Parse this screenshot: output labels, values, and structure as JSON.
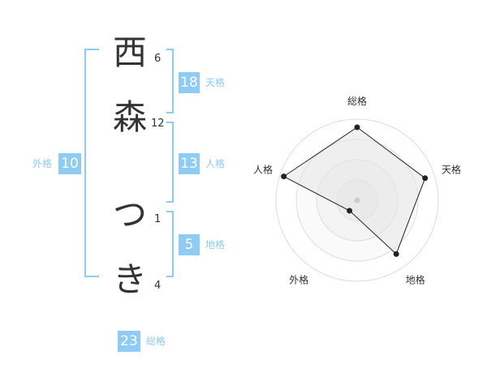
{
  "name": {
    "chars": [
      {
        "char": "西",
        "strokes": "6"
      },
      {
        "char": "森",
        "strokes": "12"
      },
      {
        "char": "つ",
        "strokes": "1"
      },
      {
        "char": "き",
        "strokes": "4"
      }
    ]
  },
  "kakusu": {
    "tenkaku": {
      "value": "18",
      "label": "天格"
    },
    "jinkaku": {
      "value": "13",
      "label": "人格"
    },
    "chikaku": {
      "value": "5",
      "label": "地格"
    },
    "gaikaku": {
      "value": "10",
      "label": "外格"
    },
    "soukaku": {
      "value": "23",
      "label": "総格"
    }
  },
  "colors": {
    "accent": "#8ecbf5",
    "text": "#333333",
    "radar_fill": "#f0f0f0",
    "ring": "#dddddd",
    "point": "#222222"
  },
  "chart_data": {
    "type": "radar",
    "axes": [
      "総格",
      "天格",
      "地格",
      "外格",
      "人格"
    ],
    "values": [
      0.9,
      0.88,
      0.82,
      0.16,
      0.95
    ],
    "rings": 4,
    "range": [
      0,
      1
    ]
  }
}
